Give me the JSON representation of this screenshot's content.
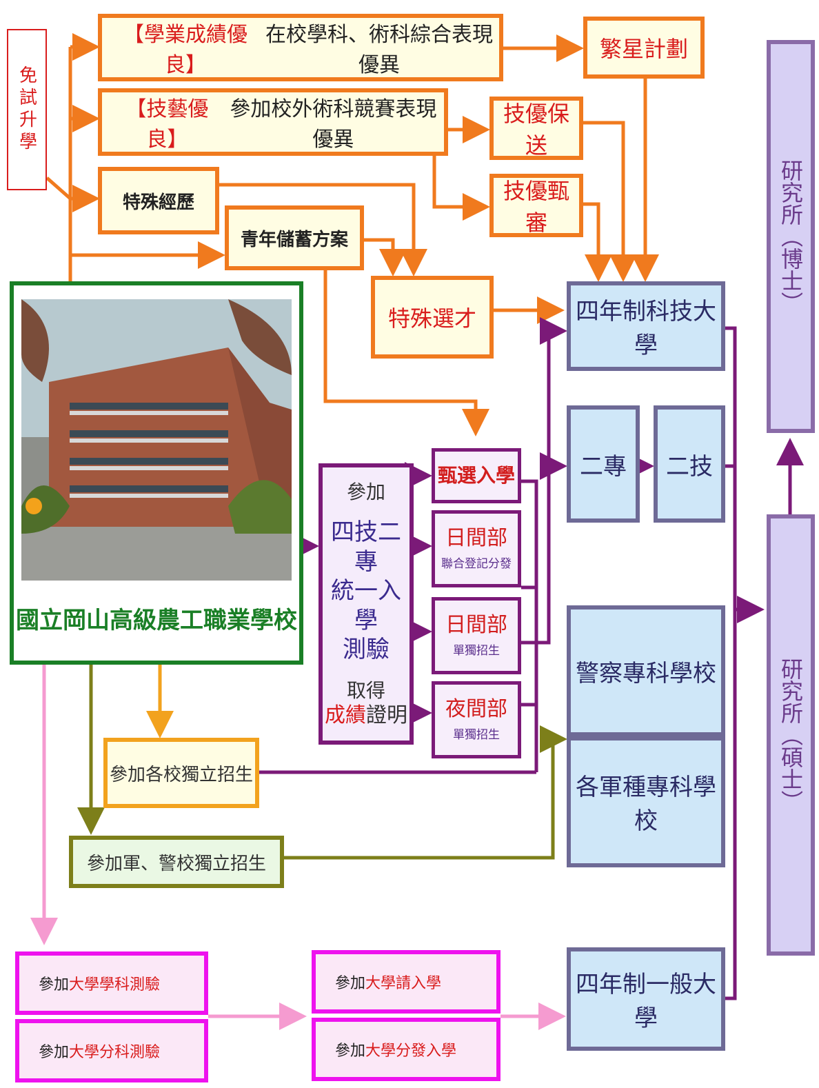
{
  "exam_free": {
    "label": "免試升學"
  },
  "academic": {
    "tag": "【學業成績優良】",
    "desc": "在校學科、術科綜合表現優異"
  },
  "star_plan": {
    "label": "繁星計劃"
  },
  "skill": {
    "tag": "【技藝優良】",
    "desc": "參加校外術科競賽表現優異"
  },
  "skill_guarantee": {
    "label": "技優保送"
  },
  "skill_review": {
    "label": "技優甄審"
  },
  "special_exp": {
    "label": "特殊經歷"
  },
  "youth_savings": {
    "label": "青年儲蓄方案"
  },
  "special_talent": {
    "label": "特殊選才"
  },
  "school": {
    "name": "國立岡山高級農工職業學校"
  },
  "unified_exam": {
    "line1": "參加",
    "line2": "四技二專",
    "line3": "統一入學",
    "line4": "測驗",
    "line5": "取得",
    "line6_red": "成績",
    "line6_rest": "證明"
  },
  "routes": {
    "selection": {
      "label": "甄選入學"
    },
    "day_joint": {
      "main": "日間部",
      "sub": "聯合登記分發"
    },
    "day_single": {
      "main": "日間部",
      "sub": "單獨招生"
    },
    "night_single": {
      "main": "夜間部",
      "sub": "單獨招生"
    }
  },
  "independent": {
    "label": "參加各校獨立招生"
  },
  "mil_police_independent": {
    "label": "參加軍、警校獨立招生"
  },
  "tech_univ": {
    "label": "四年制科技大學"
  },
  "two_year_college": {
    "label": "二專"
  },
  "two_year_tech": {
    "label": "二技"
  },
  "police_college": {
    "label": "警察專科學校"
  },
  "military_college": {
    "label": "各軍種專科學校"
  },
  "general_univ": {
    "label": "四年制一般大學"
  },
  "phd": {
    "label": "研究所（博士）"
  },
  "masters": {
    "label": "研究所（碩士）"
  },
  "univ_tests": {
    "subject_prefix": "參加",
    "subject_red": "大學學科測驗",
    "split_prefix": "參加",
    "split_red": "大學分科測驗",
    "apply_prefix": "參加",
    "apply_red": "大學請入學",
    "assign_prefix": "參加",
    "assign_red": "大學分發入學"
  },
  "colors": {
    "orange": "#f07a1e",
    "purple": "#7b1a78",
    "green": "#1a7f26",
    "olive": "#7d7f1a",
    "pink": "#f59bd0",
    "magenta": "#ee12ee",
    "red": "#d91c1c"
  }
}
